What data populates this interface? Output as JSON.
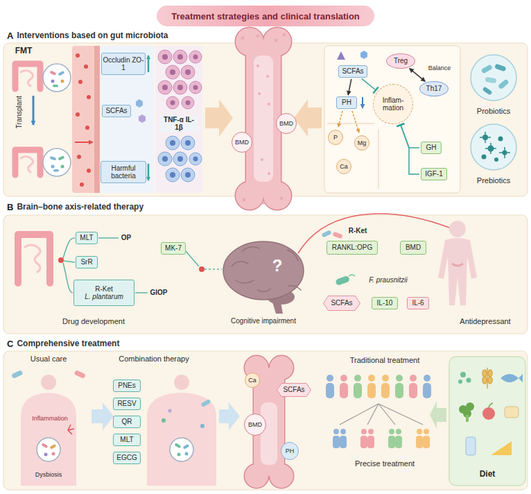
{
  "diagram": {
    "title": "Treatment strategies and clinical translation",
    "nodes": [
      {
        "text": [
          "A",
          "Interventions based on gut microbiota"
        ]
      },
      {
        "text": [
          "Occludin ZO-1"
        ],
        "in": 0
      },
      {
        "text": [
          "SCFAs"
        ],
        "in": 0
      },
      {
        "text": [
          "Harmful bacteria"
        ],
        "in": 0
      },
      {
        "text": [
          "BMD"
        ],
        "in": 0
      },
      {
        "text": [
          "BMD"
        ],
        "in": 0
      },
      {
        "text": [
          "SCFAs"
        ],
        "in": 0
      },
      {
        "text": [
          "Treg"
        ],
        "in": 0
      },
      {
        "text": [
          "Th17"
        ],
        "in": 0
      },
      {
        "text": [
          "Inflam- mation"
        ],
        "in": 0
      },
      {
        "text": [
          "PH"
        ],
        "in": 0
      },
      {
        "text": [
          "P"
        ],
        "in": 0
      },
      {
        "text": [
          "Mg"
        ],
        "in": 0
      },
      {
        "text": [
          "Ca"
        ],
        "in": 0
      },
      {
        "text": [
          "GH"
        ],
        "in": 0
      },
      {
        "text": [
          "IGF-1"
        ],
        "in": 0
      },
      {
        "text": [
          "B",
          "Brain–bone axis-related therapy"
        ]
      },
      {
        "text": [
          "MLT"
        ],
        "in": 16
      },
      {
        "text": [
          "SrR"
        ],
        "in": 16
      },
      {
        "text": [
          "R-Ket",
          "L. plantarum"
        ],
        "in": 16
      },
      {
        "text": [
          "MK-7"
        ],
        "in": 16
      },
      {
        "text": [
          "RANKL:OPG"
        ],
        "in": 16
      },
      {
        "text": [
          "BMD"
        ],
        "in": 16
      },
      {
        "text": [
          "SCFAs"
        ],
        "in": 16
      },
      {
        "text": [
          "IL-10"
        ],
        "in": 16
      },
      {
        "text": [
          "IL-6"
        ],
        "in": 16
      },
      {
        "text": [
          "C",
          "Comprehensive treatment"
        ]
      },
      {
        "text": [
          "PNEs"
        ],
        "in": 26
      },
      {
        "text": [
          "RESV"
        ],
        "in": 26
      },
      {
        "text": [
          "QR"
        ],
        "in": 26
      },
      {
        "text": [
          "MLT"
        ],
        "in": 26
      },
      {
        "text": [
          "EGCG"
        ],
        "in": 26
      },
      {
        "text": [
          "Ca"
        ],
        "in": 26
      },
      {
        "text": [
          "BMD"
        ],
        "in": 26
      },
      {
        "text": [
          "SCFAs"
        ],
        "in": 26
      },
      {
        "text": [
          "PH"
        ],
        "in": 26
      }
    ],
    "edges": [
      {
        "from": 6,
        "to": 10,
        "arrow": "to"
      },
      {
        "from": 6,
        "to": 9,
        "arrow": "to"
      },
      {
        "from": 7,
        "to": 8,
        "label": "Balance",
        "arrow": "both"
      },
      {
        "from": 14,
        "to": 9,
        "arrow": "to"
      },
      {
        "from": 15,
        "to": 9,
        "arrow": "to"
      }
    ],
    "labels": [
      "FMT",
      "Transplant",
      "TNF-α IL-1β",
      "Probiotics",
      "Prebiotics",
      "OP",
      "GIOP",
      "Drug development",
      "?",
      "Cognitive impairment",
      "R-Ket",
      "F. prausnitzii",
      "Antidepressant",
      "Usual care",
      "Inflammation",
      "Dysbiosis",
      "Combination therapy",
      "Traditional treatment",
      "Precise treatment",
      "Diet"
    ]
  }
}
